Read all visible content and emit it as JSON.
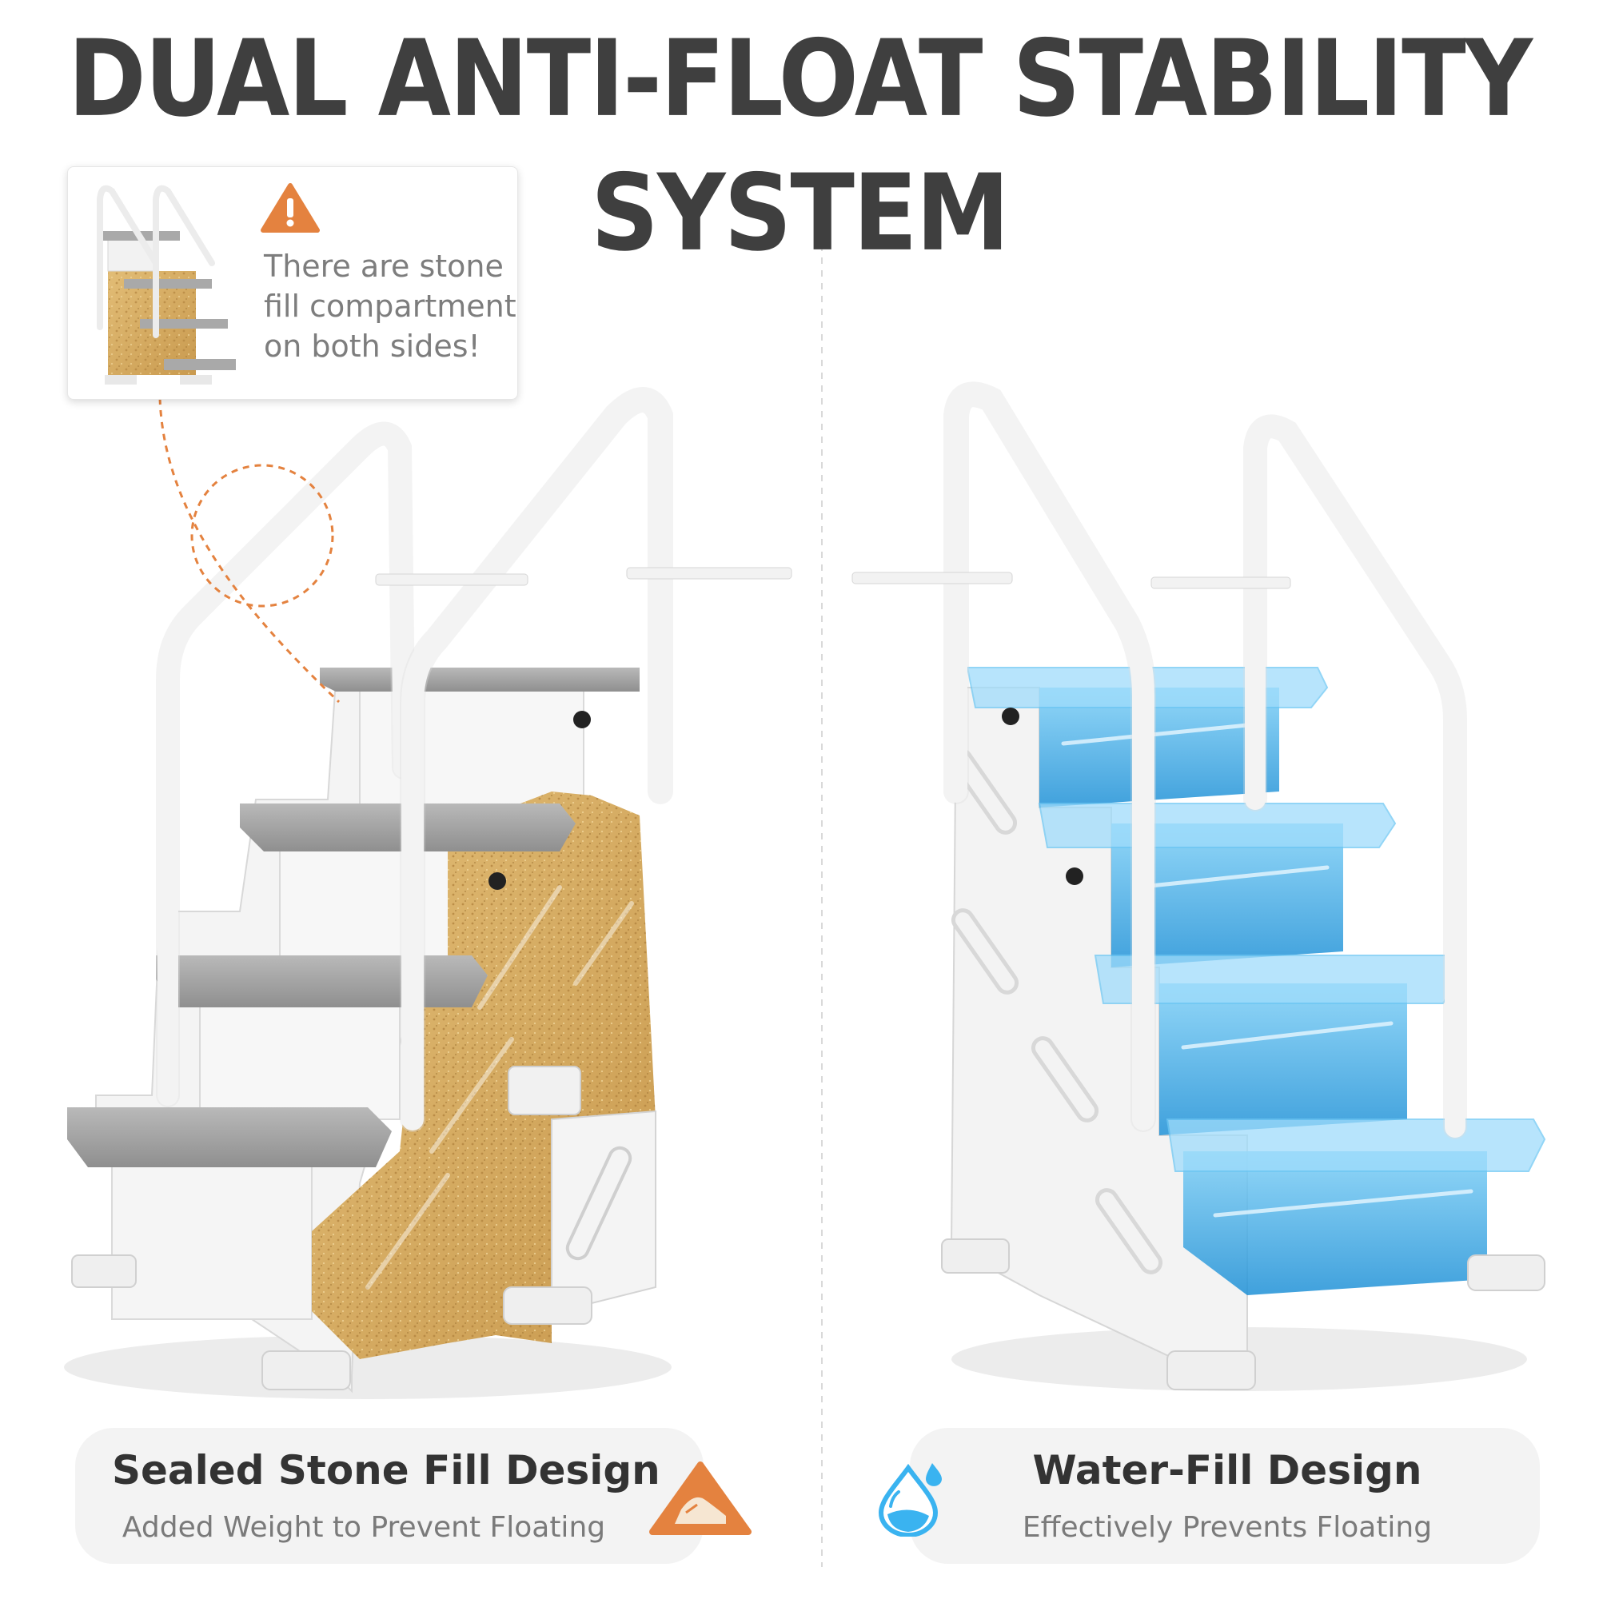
{
  "heading": "DUAL ANTI-FLOAT STABILITY SYSTEM",
  "callout": {
    "lines": [
      "There are stone",
      "fill compartment",
      "on both sides!"
    ],
    "icon": "warning-triangle-icon"
  },
  "left_panel": {
    "title": "Sealed Stone Fill Design",
    "subtitle": "Added Weight to Prevent Floating",
    "icon": "stone-pile-icon"
  },
  "right_panel": {
    "title": "Water-Fill Design",
    "subtitle": "Effectively Prevents Floating",
    "icon": "water-drop-icon"
  },
  "colors": {
    "accent_orange": "#e4823f",
    "water_blue": "#3ab3f0",
    "stone_fill": "#d4a95e",
    "step_gray": "#a7a7a7",
    "heading_dark": "#3f3f3f"
  }
}
